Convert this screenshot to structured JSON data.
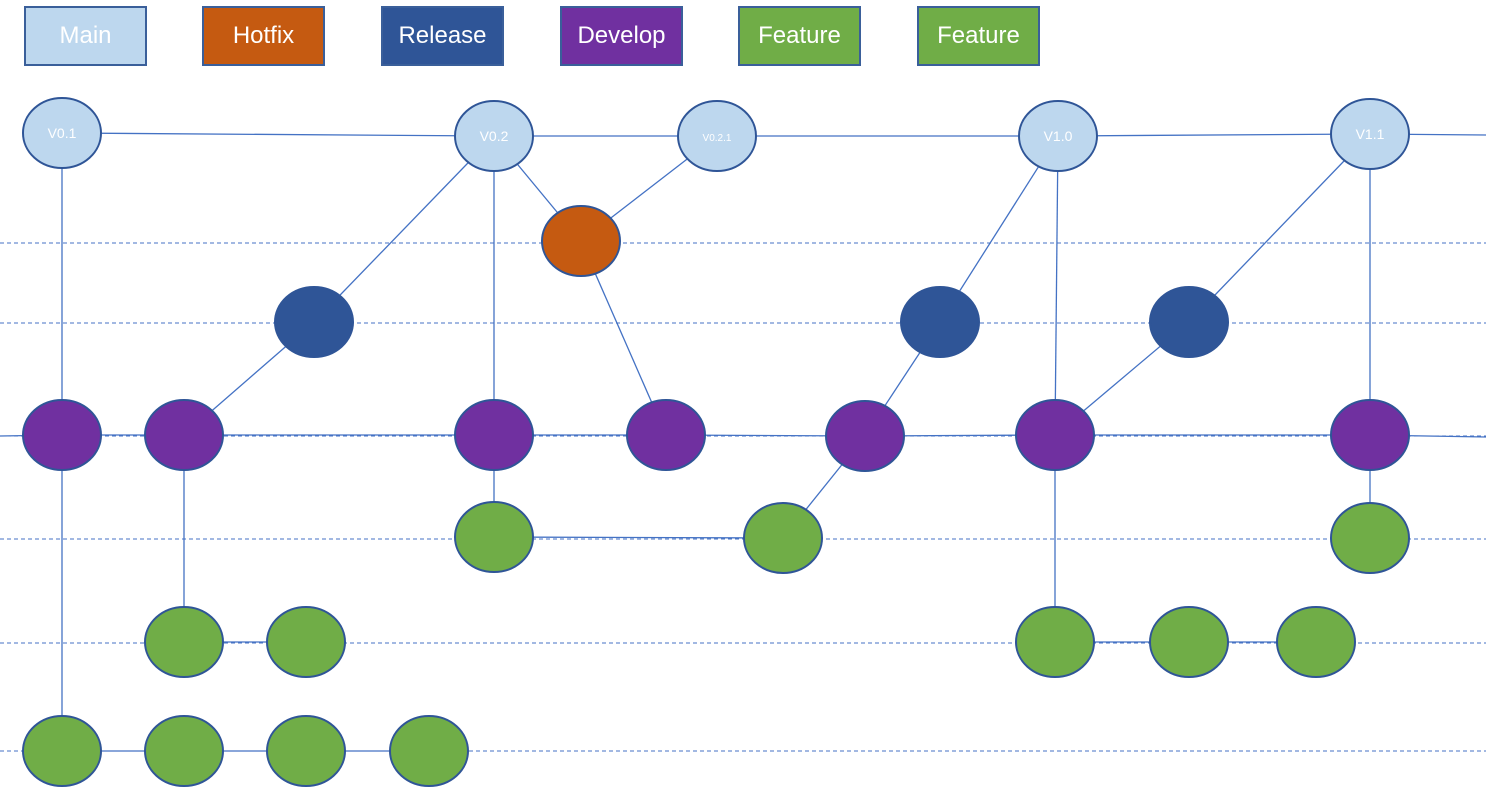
{
  "colors": {
    "main": "#bdd7ee",
    "hotfix": "#c55a11",
    "release": "#2f5597",
    "develop": "#7030a0",
    "feature": "#70ad47",
    "line": "#4472c4",
    "stroke": "#2f5597"
  },
  "legend": [
    {
      "label": "Main",
      "color": "#bdd7ee"
    },
    {
      "label": "Hotfix",
      "color": "#c55a11"
    },
    {
      "label": "Release",
      "color": "#2f5597"
    },
    {
      "label": "Develop",
      "color": "#7030a0"
    },
    {
      "label": "Feature",
      "color": "#70ad47"
    },
    {
      "label": "Feature",
      "color": "#70ad47"
    }
  ],
  "lanes": [
    "main",
    "hotfix",
    "release",
    "develop",
    "feature-1",
    "feature-2",
    "feature-3"
  ],
  "nodes": [
    {
      "id": "m1",
      "branch": "main",
      "label": "V0.1"
    },
    {
      "id": "m2",
      "branch": "main",
      "label": "V0.2"
    },
    {
      "id": "m3",
      "branch": "main",
      "label": "V0.2.1"
    },
    {
      "id": "m4",
      "branch": "main",
      "label": "V1.0"
    },
    {
      "id": "m5",
      "branch": "main",
      "label": "V1.1"
    },
    {
      "id": "h1",
      "branch": "hotfix",
      "label": ""
    },
    {
      "id": "r1",
      "branch": "release",
      "label": ""
    },
    {
      "id": "r2",
      "branch": "release",
      "label": ""
    },
    {
      "id": "r3",
      "branch": "release",
      "label": ""
    },
    {
      "id": "d1",
      "branch": "develop",
      "label": ""
    },
    {
      "id": "d2",
      "branch": "develop",
      "label": ""
    },
    {
      "id": "d3",
      "branch": "develop",
      "label": ""
    },
    {
      "id": "d4",
      "branch": "develop",
      "label": ""
    },
    {
      "id": "d5",
      "branch": "develop",
      "label": ""
    },
    {
      "id": "d6",
      "branch": "develop",
      "label": ""
    },
    {
      "id": "d7",
      "branch": "develop",
      "label": ""
    },
    {
      "id": "f1a",
      "branch": "feature",
      "label": ""
    },
    {
      "id": "f1b",
      "branch": "feature",
      "label": ""
    },
    {
      "id": "f1c",
      "branch": "feature",
      "label": ""
    },
    {
      "id": "f2a",
      "branch": "feature",
      "label": ""
    },
    {
      "id": "f2b",
      "branch": "feature",
      "label": ""
    },
    {
      "id": "f2c",
      "branch": "feature",
      "label": ""
    },
    {
      "id": "f2d",
      "branch": "feature",
      "label": ""
    },
    {
      "id": "f2e",
      "branch": "feature",
      "label": ""
    },
    {
      "id": "f3a",
      "branch": "feature",
      "label": ""
    },
    {
      "id": "f3b",
      "branch": "feature",
      "label": ""
    },
    {
      "id": "f3c",
      "branch": "feature",
      "label": ""
    },
    {
      "id": "f3d",
      "branch": "feature",
      "label": ""
    }
  ],
  "edges": [
    [
      "m1",
      "m2"
    ],
    [
      "m2",
      "m3"
    ],
    [
      "m3",
      "m4"
    ],
    [
      "m4",
      "m5"
    ],
    [
      "m5",
      "main-out"
    ],
    [
      "m1",
      "d1"
    ],
    [
      "m2",
      "r1"
    ],
    [
      "m2",
      "d3"
    ],
    [
      "m2",
      "h1"
    ],
    [
      "m3",
      "h1"
    ],
    [
      "h1",
      "d4"
    ],
    [
      "m4",
      "r2"
    ],
    [
      "m4",
      "d6"
    ],
    [
      "m5",
      "r3"
    ],
    [
      "m5",
      "d7"
    ],
    [
      "r1",
      "d2"
    ],
    [
      "r2",
      "d5"
    ],
    [
      "r3",
      "d6"
    ],
    [
      "develop-in",
      "d1"
    ],
    [
      "d1",
      "d2"
    ],
    [
      "d2",
      "d3"
    ],
    [
      "d3",
      "d4"
    ],
    [
      "d4",
      "d5"
    ],
    [
      "d5",
      "d6"
    ],
    [
      "d6",
      "d7"
    ],
    [
      "d7",
      "develop-out"
    ],
    [
      "d3",
      "f1a"
    ],
    [
      "f1a",
      "f1b"
    ],
    [
      "f1b",
      "d5"
    ],
    [
      "d7",
      "f1c"
    ],
    [
      "d2",
      "f2a"
    ],
    [
      "f2a",
      "f2b"
    ],
    [
      "d6",
      "f2c"
    ],
    [
      "f2c",
      "f2d"
    ],
    [
      "f2d",
      "f2e"
    ],
    [
      "d1",
      "f3a"
    ],
    [
      "f3a",
      "f3b"
    ],
    [
      "f3b",
      "f3c"
    ],
    [
      "f3c",
      "f3d"
    ]
  ]
}
